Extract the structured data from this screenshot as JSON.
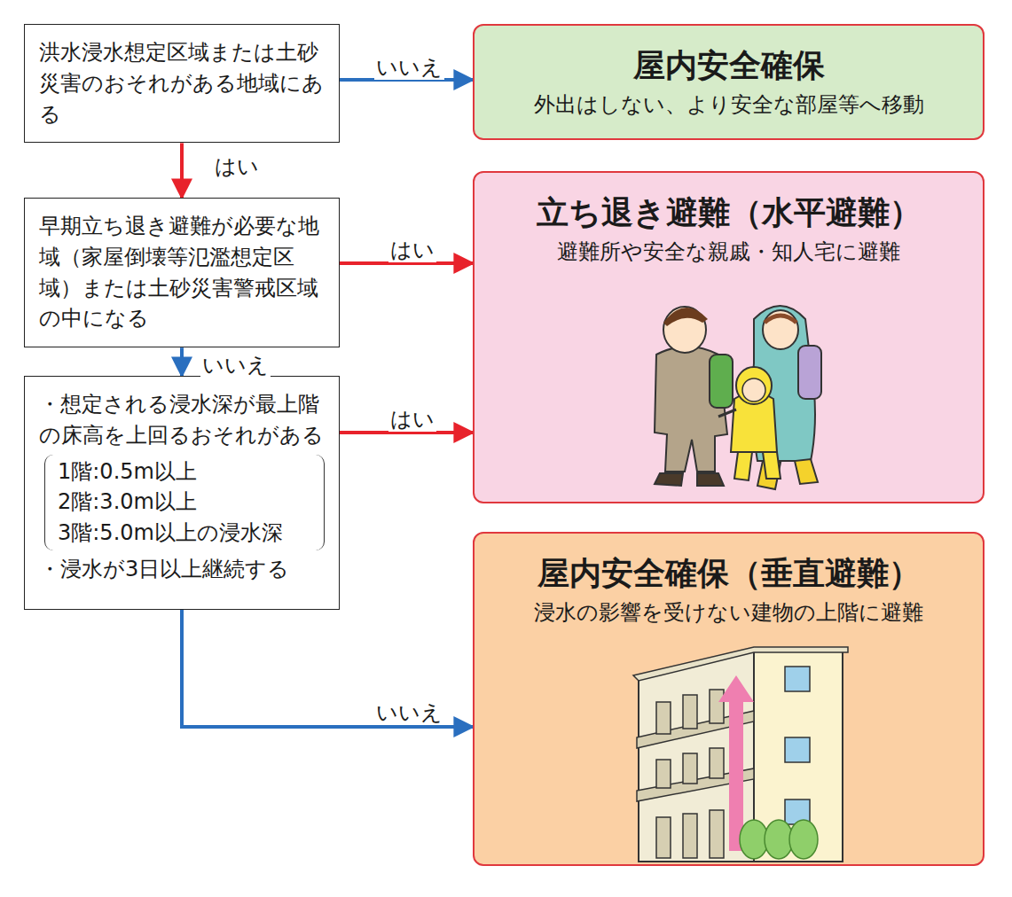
{
  "diagram": {
    "nodes": [
      {
        "text": [
          "洪水浸水想定区域または土砂災害のおそれがある地域にある"
        ]
      },
      {
        "text": [
          "屋内安全確保",
          "外出はしない、より安全な部屋等へ移動"
        ]
      },
      {
        "text": [
          "早期立ち退き避難が必要な地域（家屋倒壊等氾濫想定区域）または土砂災害警戒区域の中になる"
        ]
      },
      {
        "text": [
          "立ち退き避難（水平避難）",
          "避難所や安全な親戚・知人宅に避難"
        ]
      },
      {
        "text": [
          "・想定される浸水深が最上階の床高を上回るおそれがある",
          "1階:0.5m以上",
          "2階:3.0m以上",
          "3階:5.0m以上の浸水深",
          "・浸水が3日以上継続する"
        ]
      },
      {
        "text": [
          "屋内安全確保（垂直避難）",
          "浸水の影響を受けない建物の上階に避難"
        ]
      }
    ],
    "edges": [
      {
        "from": 0,
        "to": 1,
        "label": "いいえ",
        "arrow": "to"
      },
      {
        "from": 0,
        "to": 2,
        "label": "はい",
        "arrow": "to"
      },
      {
        "from": 2,
        "to": 3,
        "label": "はい",
        "arrow": "to"
      },
      {
        "from": 2,
        "to": 4,
        "label": "いいえ",
        "arrow": "to"
      },
      {
        "from": 4,
        "to": 3,
        "label": "はい",
        "arrow": "to"
      },
      {
        "from": 4,
        "to": 5,
        "label": "いいえ",
        "arrow": "to"
      }
    ]
  }
}
